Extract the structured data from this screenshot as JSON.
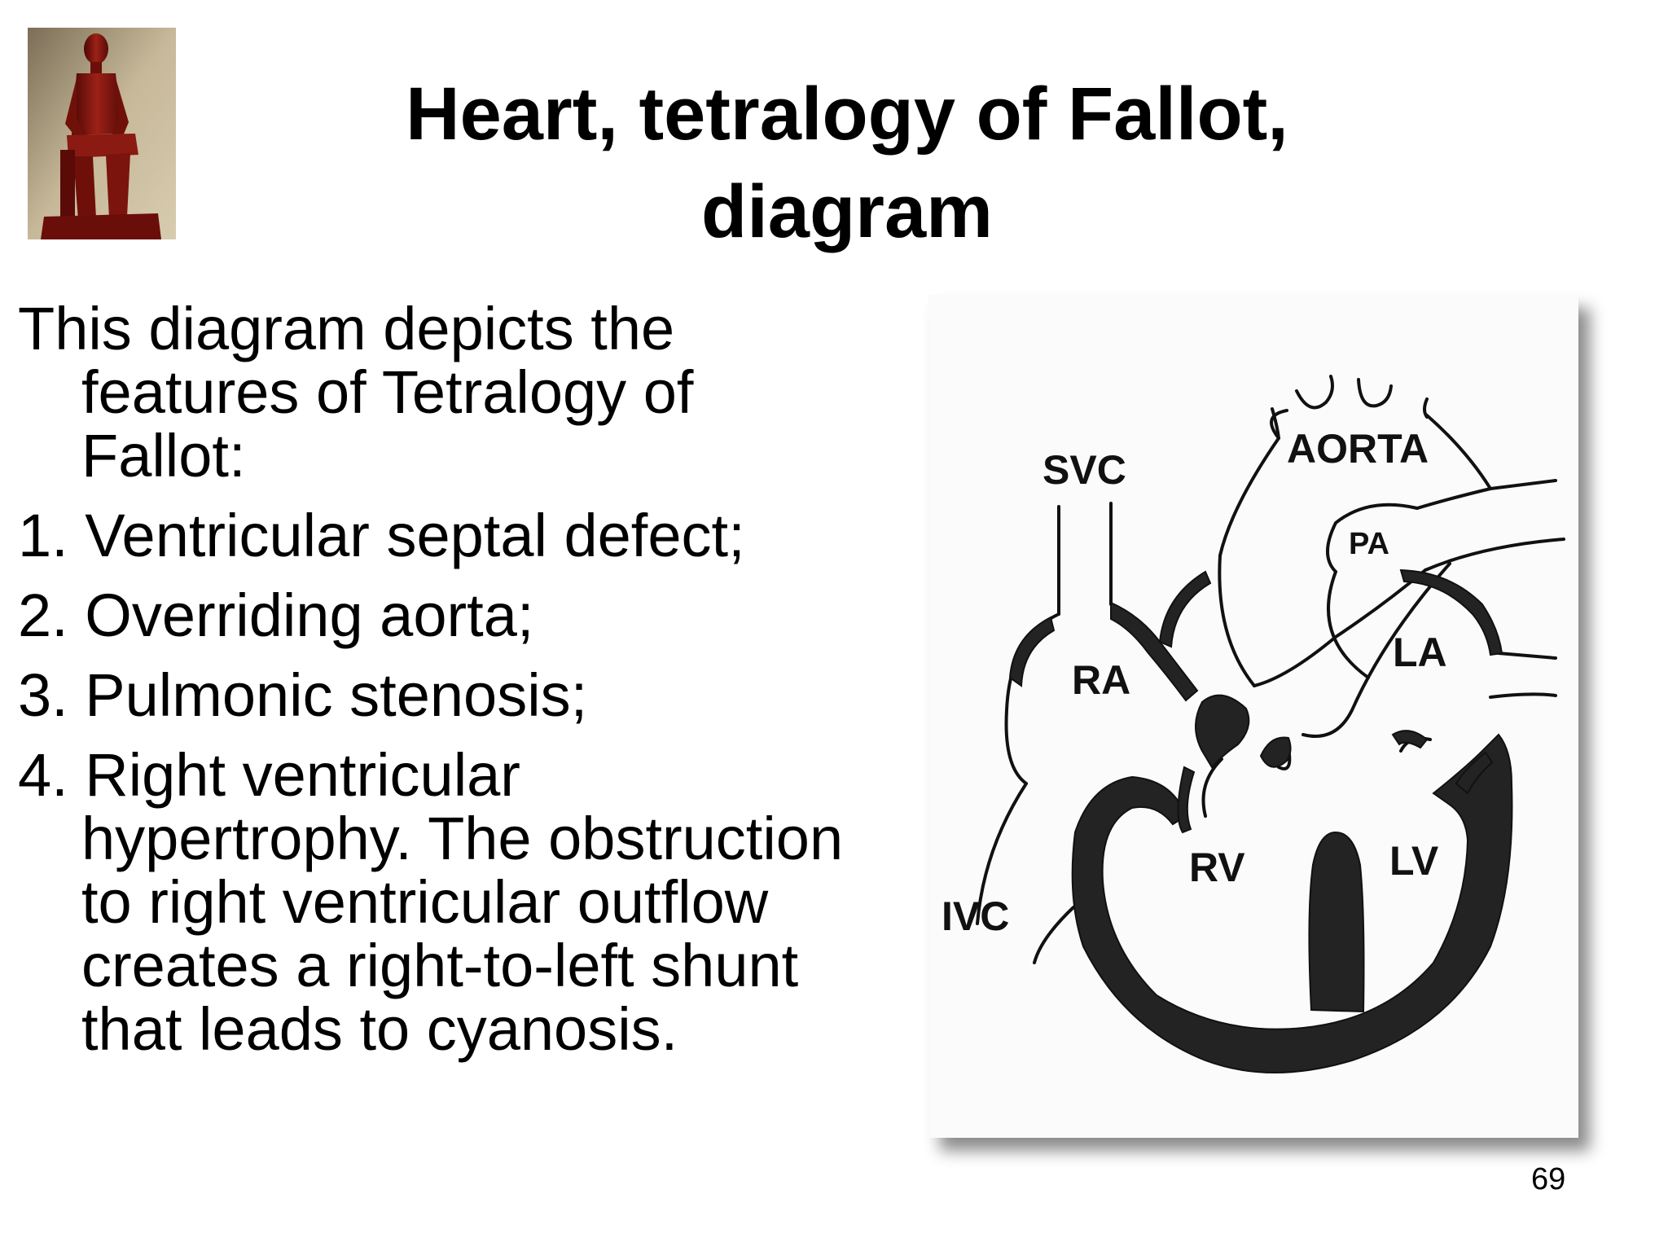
{
  "title": {
    "line1": "Heart, tetralogy of Fallot,",
    "line2": "diagram"
  },
  "body": {
    "intro_line1": "This diagram depicts the",
    "intro_line2": "features of Tetralogy of",
    "intro_line3": "Fallot:",
    "item1": "1. Ventricular septal defect;",
    "item2": "2. Overriding aorta;",
    "item3": "3. Pulmonic stenosis;",
    "item4_line1": "4. Right ventricular",
    "item4_line2": "hypertrophy. The obstruction",
    "item4_line3": "to right ventricular outflow",
    "item4_line4": "creates a right-to-left shunt",
    "item4_line5": "that leads to cyanosis."
  },
  "diagram": {
    "labels": {
      "svc": "SVC",
      "aorta": "AORTA",
      "pa": "PA",
      "ra": "RA",
      "la": "LA",
      "rv": "RV",
      "lv": "LV",
      "ivc": "IVC"
    }
  },
  "footer": {
    "page_number": "69"
  },
  "colors": {
    "statue": "#8a1a14",
    "statue_bg": "#b9a889",
    "muscle": "#222222"
  },
  "icons": {
    "statue": "seated-scribe-statue-icon"
  }
}
